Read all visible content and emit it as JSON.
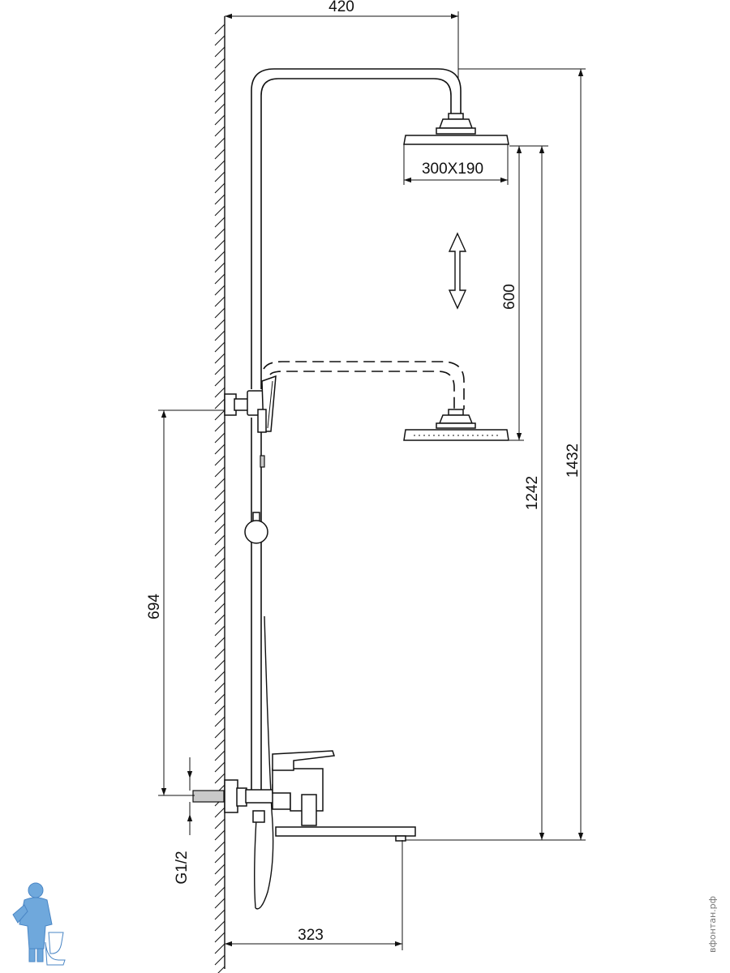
{
  "dimensions": {
    "top_width": "420",
    "head_size": "300X190",
    "slide_range": "600",
    "height_to_head": "1242",
    "total_height": "1432",
    "bracket_spacing": "694",
    "thread": "G1/2",
    "spout_reach": "323"
  },
  "watermark": "вфонтан.рф",
  "colors": {
    "line": "#111111",
    "mascot": "#6fa8dc"
  }
}
